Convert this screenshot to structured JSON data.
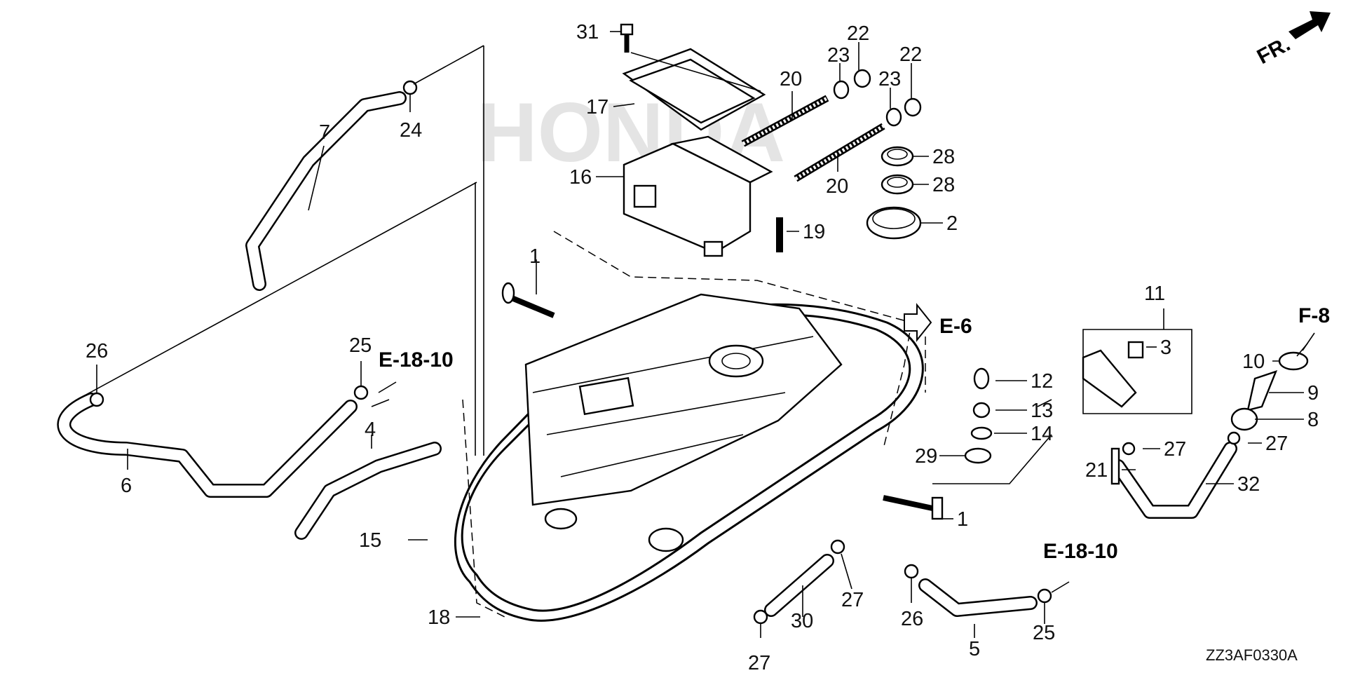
{
  "diagram": {
    "title_code": "ZZ3AF0330A",
    "front_indicator": "FR.",
    "watermark": "HONDA",
    "references": [
      {
        "id": "ref-e6",
        "text": "E-6"
      },
      {
        "id": "ref-e18-10-left",
        "text": "E-18-10"
      },
      {
        "id": "ref-e18-10-right",
        "text": "E-18-10"
      },
      {
        "id": "ref-f8",
        "text": "F-8"
      }
    ],
    "callouts": [
      {
        "id": "c31",
        "text": "31"
      },
      {
        "id": "c22a",
        "text": "22"
      },
      {
        "id": "c22b",
        "text": "22"
      },
      {
        "id": "c23a",
        "text": "23"
      },
      {
        "id": "c23b",
        "text": "23"
      },
      {
        "id": "c20a",
        "text": "20"
      },
      {
        "id": "c20b",
        "text": "20"
      },
      {
        "id": "c17",
        "text": "17"
      },
      {
        "id": "c16",
        "text": "16"
      },
      {
        "id": "c28a",
        "text": "28"
      },
      {
        "id": "c28b",
        "text": "28"
      },
      {
        "id": "c2",
        "text": "2"
      },
      {
        "id": "c19",
        "text": "19"
      },
      {
        "id": "c7",
        "text": "7"
      },
      {
        "id": "c24",
        "text": "24"
      },
      {
        "id": "c1a",
        "text": "1"
      },
      {
        "id": "c1b",
        "text": "1"
      },
      {
        "id": "c26a",
        "text": "26"
      },
      {
        "id": "c26b",
        "text": "26"
      },
      {
        "id": "c25a",
        "text": "25"
      },
      {
        "id": "c25b",
        "text": "25"
      },
      {
        "id": "c6",
        "text": "6"
      },
      {
        "id": "c4",
        "text": "4"
      },
      {
        "id": "c15",
        "text": "15"
      },
      {
        "id": "c18",
        "text": "18"
      },
      {
        "id": "c11",
        "text": "11"
      },
      {
        "id": "c3",
        "text": "3"
      },
      {
        "id": "c12",
        "text": "12"
      },
      {
        "id": "c13",
        "text": "13"
      },
      {
        "id": "c14",
        "text": "14"
      },
      {
        "id": "c29",
        "text": "29"
      },
      {
        "id": "c21",
        "text": "21"
      },
      {
        "id": "c27a",
        "text": "27"
      },
      {
        "id": "c27b",
        "text": "27"
      },
      {
        "id": "c27c",
        "text": "27"
      },
      {
        "id": "c27d",
        "text": "27"
      },
      {
        "id": "c10",
        "text": "10"
      },
      {
        "id": "c9",
        "text": "9"
      },
      {
        "id": "c8",
        "text": "8"
      },
      {
        "id": "c32",
        "text": "32"
      },
      {
        "id": "c30",
        "text": "30"
      },
      {
        "id": "c5",
        "text": "5"
      }
    ]
  }
}
